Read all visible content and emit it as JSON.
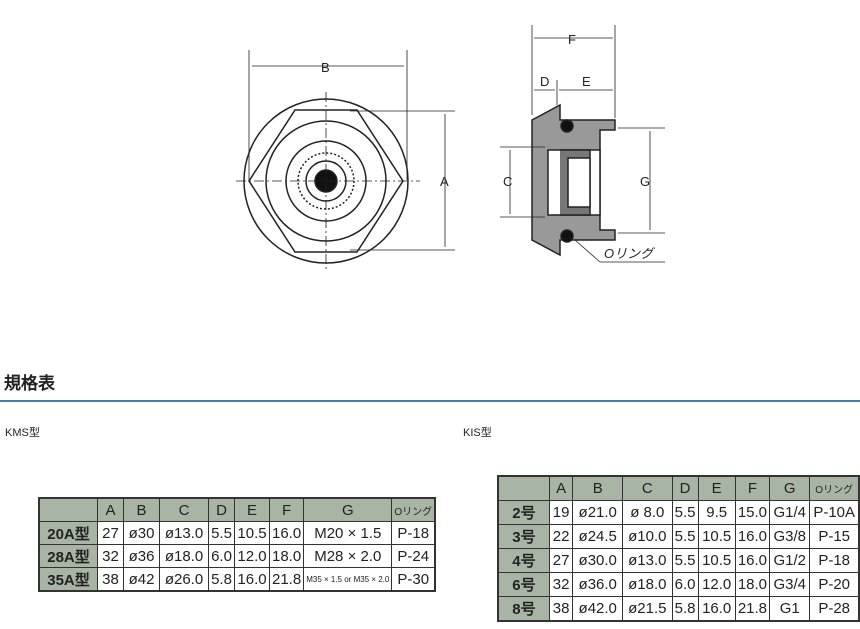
{
  "drawing": {
    "labels": {
      "A": "A",
      "B": "B",
      "C": "C",
      "D": "D",
      "E": "E",
      "F": "F",
      "G": "G",
      "oring": "Oリング"
    }
  },
  "section_title": "規格表",
  "accent_color": "#4a7aa0",
  "kms": {
    "title": "KMS型",
    "headers": [
      "",
      "A",
      "B",
      "C",
      "D",
      "E",
      "F",
      "G",
      "Oリング"
    ],
    "rows": [
      [
        "20A型",
        "27",
        "ø30",
        "ø13.0",
        "5.5",
        "10.5",
        "16.0",
        "M20 × 1.5",
        "P-18"
      ],
      [
        "28A型",
        "32",
        "ø36",
        "ø18.0",
        "6.0",
        "12.0",
        "18.0",
        "M28 × 2.0",
        "P-24"
      ],
      [
        "35A型",
        "38",
        "ø42",
        "ø26.0",
        "5.8",
        "16.0",
        "21.8",
        "M35 × 1.5 or M35 × 2.0",
        "P-30"
      ]
    ]
  },
  "kis": {
    "title": "KIS型",
    "headers": [
      "",
      "A",
      "B",
      "C",
      "D",
      "E",
      "F",
      "G",
      "Oリング"
    ],
    "rows": [
      [
        "2号",
        "19",
        "ø21.0",
        "ø 8.0",
        "5.5",
        "9.5",
        "15.0",
        "G1/4",
        "P-10A"
      ],
      [
        "3号",
        "22",
        "ø24.5",
        "ø10.0",
        "5.5",
        "10.5",
        "16.0",
        "G3/8",
        "P-15"
      ],
      [
        "4号",
        "27",
        "ø30.0",
        "ø13.0",
        "5.5",
        "10.5",
        "16.0",
        "G1/2",
        "P-18"
      ],
      [
        "6号",
        "32",
        "ø36.0",
        "ø18.0",
        "6.0",
        "12.0",
        "18.0",
        "G3/4",
        "P-20"
      ],
      [
        "8号",
        "38",
        "ø42.0",
        "ø21.5",
        "5.8",
        "16.0",
        "21.8",
        "G1",
        "P-28"
      ]
    ]
  }
}
